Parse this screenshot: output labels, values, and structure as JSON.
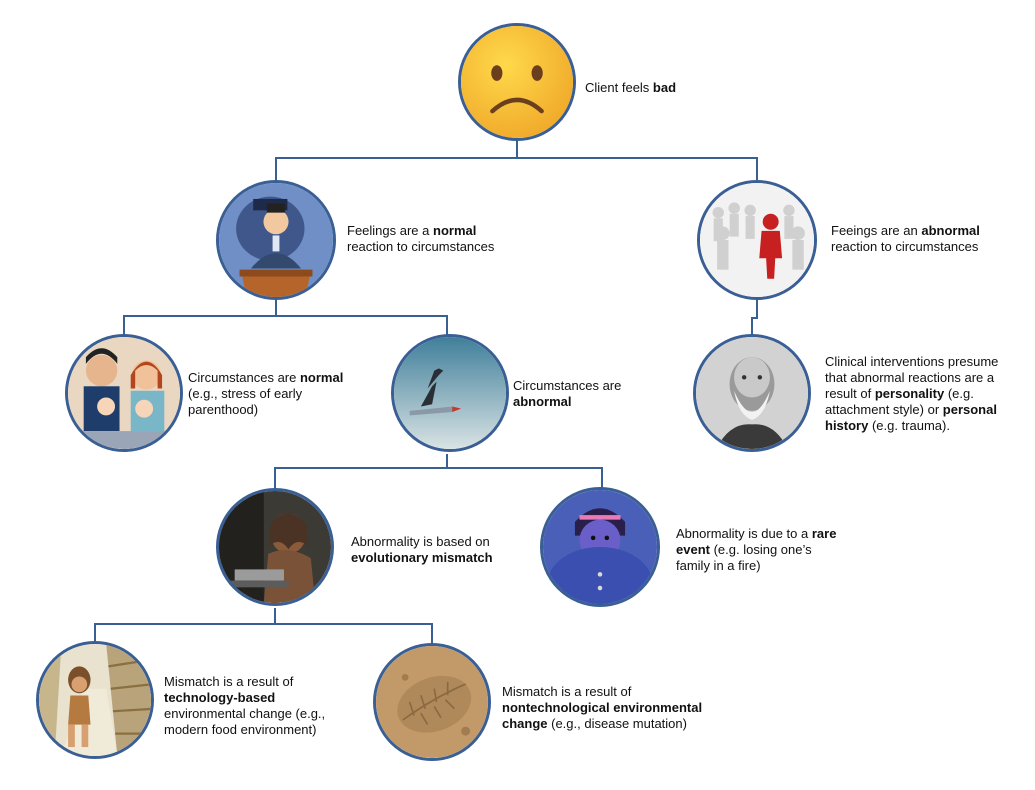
{
  "nodes": {
    "root": {
      "icon": "sad-face-emoji",
      "text": [
        {
          "t": "Client feels "
        },
        {
          "t": "bad",
          "b": true
        }
      ]
    },
    "normal_reaction": {
      "icon": "person-at-podium-image",
      "text": [
        {
          "t": "Feelings are a "
        },
        {
          "t": "normal",
          "b": true
        },
        {
          "br": true
        },
        {
          "t": "reaction to circumstances"
        }
      ]
    },
    "abnormal_reaction": {
      "icon": "red-figure-in-crowd-image",
      "text": [
        {
          "t": "Feeings are an "
        },
        {
          "t": "abnormal",
          "b": true
        },
        {
          "br": true
        },
        {
          "t": "reaction to circumstances"
        }
      ]
    },
    "normal_circ": {
      "icon": "tired-parents-with-babies-image",
      "text": [
        {
          "t": "Circumstances are "
        },
        {
          "t": "normal",
          "b": true
        },
        {
          "br": true
        },
        {
          "t": "(e.g., stress of early"
        },
        {
          "br": true
        },
        {
          "t": "parenthood)"
        }
      ]
    },
    "abnormal_circ": {
      "icon": "cowboy-riding-missile-image",
      "text": [
        {
          "t": "Circumstances are"
        },
        {
          "br": true
        },
        {
          "t": "abnormal",
          "b": true
        }
      ]
    },
    "clinical": {
      "icon": "bearded-psychoanalyst-portrait",
      "text": [
        {
          "t": "Clinical interventions presume"
        },
        {
          "br": true
        },
        {
          "t": "that abnormal reactions are a"
        },
        {
          "br": true
        },
        {
          "t": "result of "
        },
        {
          "t": "personality",
          "b": true
        },
        {
          "t": " (e.g."
        },
        {
          "br": true
        },
        {
          "t": "attachment style) or "
        },
        {
          "t": "personal",
          "b": true
        },
        {
          "br": true
        },
        {
          "t": "history",
          "b": true
        },
        {
          "t": " (e.g. trauma)."
        }
      ]
    },
    "evo_mismatch": {
      "icon": "caveman-at-computer-image",
      "text": [
        {
          "t": "Abnormality is based on"
        },
        {
          "br": true
        },
        {
          "t": "evolutionary mismatch",
          "b": true
        }
      ]
    },
    "rare_event": {
      "icon": "blueberry-girl-image",
      "text": [
        {
          "t": "Abnormality is due to a "
        },
        {
          "t": "rare",
          "b": true
        },
        {
          "br": true
        },
        {
          "t": "event",
          "b": true
        },
        {
          "t": " (e.g. losing one’s"
        },
        {
          "br": true
        },
        {
          "t": "family in a fire)"
        }
      ]
    },
    "tech_mismatch": {
      "icon": "caveman-in-supermarket-image",
      "text": [
        {
          "t": "Mismatch is a result of"
        },
        {
          "br": true
        },
        {
          "t": "technology-based",
          "b": true
        },
        {
          "br": true
        },
        {
          "t": "environmental change (e.g.,"
        },
        {
          "br": true
        },
        {
          "t": "modern food environment)"
        }
      ]
    },
    "nontech_mismatch": {
      "icon": "fossil-leaf-imprint-image",
      "text": [
        {
          "t": "Mismatch is a result of"
        },
        {
          "br": true
        },
        {
          "t": "nontechnological environmental",
          "b": true
        },
        {
          "br": true
        },
        {
          "t": "change",
          "b": true
        },
        {
          "t": " (e.g., disease mutation)"
        }
      ]
    }
  },
  "colors": {
    "connector": "#3a5f95",
    "node_border": "#3a5f95",
    "emoji_face": "#f6c53f"
  }
}
